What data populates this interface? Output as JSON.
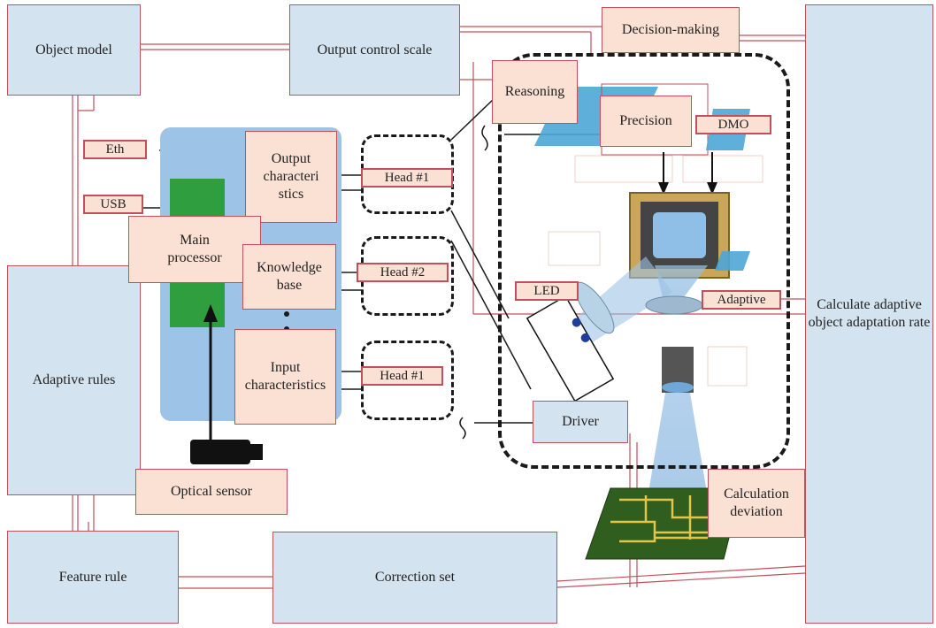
{
  "colors": {
    "box_blue": "#d3e3ef",
    "box_peach": "#fbe1d4",
    "connector": "#c0505a",
    "panel": "#9dc3e6",
    "chip": "#2e9e3e"
  },
  "boxes": {
    "object_model": "Object model",
    "output_control_scale": "Output control scale",
    "decision_making": "Decision-making",
    "reasoning": "Reasoning",
    "precision": "Precision",
    "dmo": "DMO",
    "eth": "Eth",
    "usb": "USB",
    "output_characteristics": "Output characteri stics",
    "head_1_top": "Head #1",
    "main_processor": "Main processor",
    "knowledge_base": "Knowledge base",
    "head_2": "Head #2",
    "led": "LED",
    "adaptive": "Adaptive",
    "calculate_rate": "Calculate adaptive object adaptation rate",
    "adaptive_rules": "Adaptive rules",
    "input_characteristics": "Input characteristics",
    "head_1_bottom": "Head #1",
    "driver": "Driver",
    "optical_sensor": "Optical sensor",
    "calculation_deviation": "Calculation deviation",
    "feature_rule": "Feature rule",
    "correction_set": "Correction set"
  },
  "icons": [
    "camera-icon",
    "circuit-board-icon",
    "sensor-chip-icon",
    "lens-icon",
    "led-array-icon",
    "prism-icon"
  ]
}
